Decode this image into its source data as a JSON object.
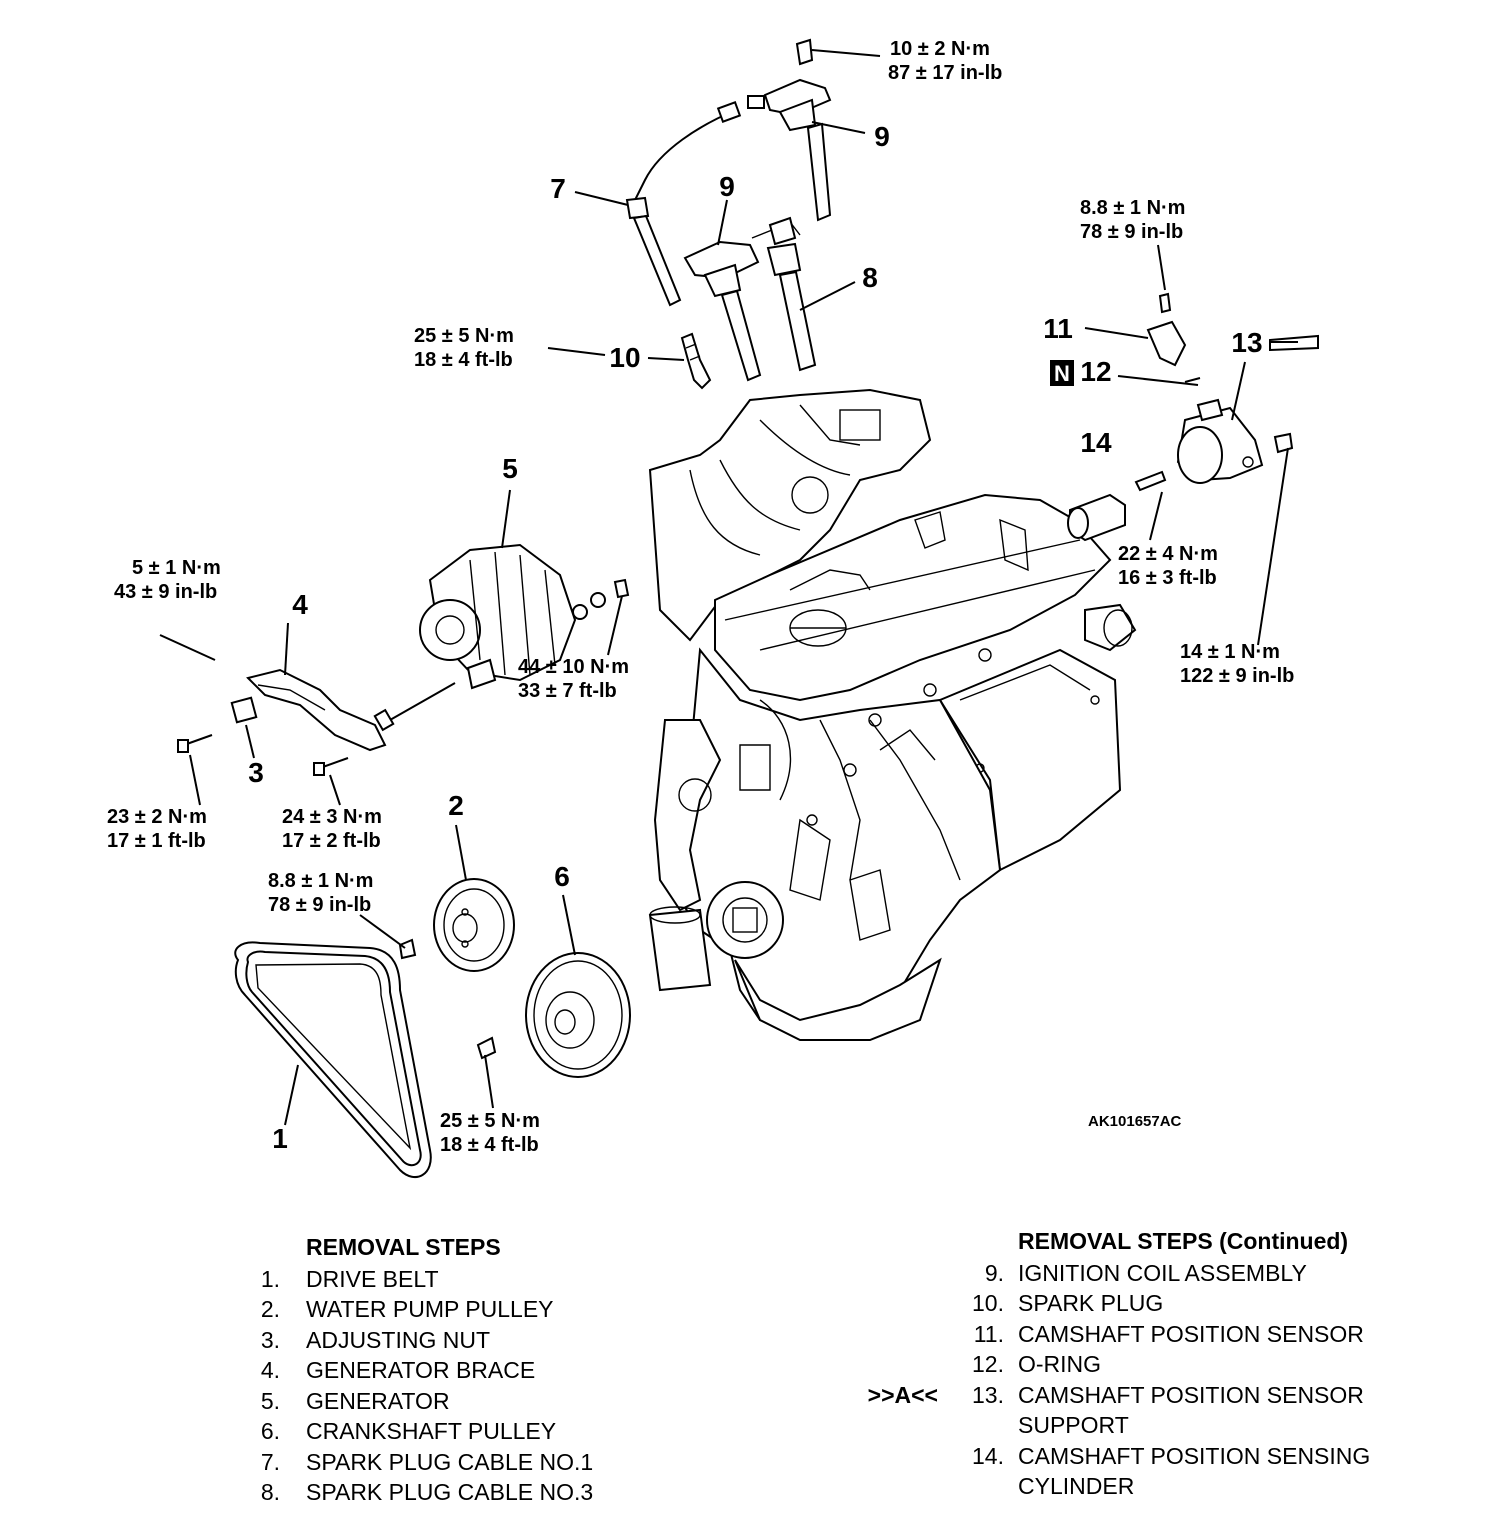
{
  "callouts": {
    "c1": "1",
    "c2": "2",
    "c3": "3",
    "c4": "4",
    "c5": "5",
    "c6": "6",
    "c7": "7",
    "c8": "8",
    "c9a": "9",
    "c9b": "9",
    "c10": "10",
    "c11": "11",
    "c12": "12",
    "c13": "13",
    "c14": "14",
    "new_part_symbol": "N"
  },
  "torques": {
    "t_coil_bolt": [
      "10 ± 2 N·m",
      "87 ± 17 in-lb"
    ],
    "t_cmp_sensor": [
      "8.8 ± 1 N·m",
      "78 ± 9 in-lb"
    ],
    "t_spark_plug": [
      "25 ± 5 N·m",
      "18 ± 4 ft-lb"
    ],
    "t_brace_bolt": [
      "5 ± 1 N·m",
      "43 ± 9 in-lb"
    ],
    "t_gen_nut": [
      "44 ± 10 N·m",
      "33 ± 7 ft-lb"
    ],
    "t_cyl_bolt": [
      "22 ± 4 N·m",
      "16 ± 3 ft-lb"
    ],
    "t_support_bolt": [
      "14 ± 1 N·m",
      "122 ± 9 in-lb"
    ],
    "t_adj_left": [
      "23 ± 2 N·m",
      "17 ± 1 ft-lb"
    ],
    "t_adj_right": [
      "24 ± 3 N·m",
      "17 ± 2 ft-lb"
    ],
    "t_pump_pulley": [
      "8.8 ± 1 N·m",
      "78 ± 9 in-lb"
    ],
    "t_crank_bolt": [
      "25 ± 5 N·m",
      "18 ± 4 ft-lb"
    ]
  },
  "figure_id": "AK101657AC",
  "removal_steps": {
    "title": "REMOVAL STEPS",
    "items": [
      {
        "num": "1.",
        "text": "DRIVE BELT"
      },
      {
        "num": "2.",
        "text": "WATER PUMP PULLEY"
      },
      {
        "num": "3.",
        "text": "ADJUSTING NUT"
      },
      {
        "num": "4.",
        "text": "GENERATOR BRACE"
      },
      {
        "num": "5.",
        "text": "GENERATOR"
      },
      {
        "num": "6.",
        "text": "CRANKSHAFT PULLEY"
      },
      {
        "num": "7.",
        "text": "SPARK PLUG CABLE NO.1"
      },
      {
        "num": "8.",
        "text": "SPARK PLUG CABLE NO.3"
      }
    ]
  },
  "removal_steps_continued": {
    "title": "REMOVAL STEPS (Continued)",
    "items": [
      {
        "mark": "",
        "num": "9.",
        "text": "IGNITION COIL ASSEMBLY"
      },
      {
        "mark": "",
        "num": "10.",
        "text": "SPARK PLUG"
      },
      {
        "mark": "",
        "num": "11.",
        "text": "CAMSHAFT POSITION SENSOR"
      },
      {
        "mark": "",
        "num": "12.",
        "text": "O-RING"
      },
      {
        "mark": ">>A<<",
        "num": "13.",
        "text": "CAMSHAFT POSITION SENSOR",
        "text2": "SUPPORT"
      },
      {
        "mark": "",
        "num": "14.",
        "text": "CAMSHAFT POSITION SENSING",
        "text2": "CYLINDER"
      }
    ]
  }
}
